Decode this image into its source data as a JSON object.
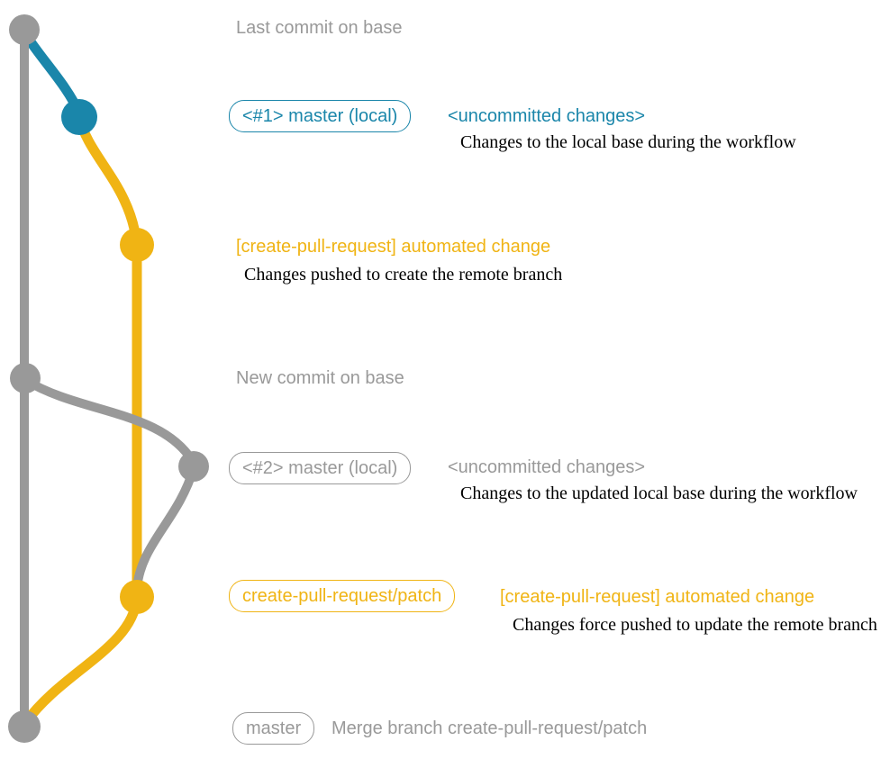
{
  "colors": {
    "gray": "#999999",
    "teal": "#1a86aa",
    "yellow": "#f0b414",
    "ink": "#000000",
    "background": "#ffffff"
  },
  "diagram": {
    "type": "git-branch-workflow",
    "rows": {
      "last_commit": {
        "note": "Last commit on base"
      },
      "local_master_1": {
        "badge": "<#1> master (local)",
        "heading": "<uncommitted changes>",
        "detail": "Changes to the local base during the workflow"
      },
      "automated_change_1": {
        "heading": "[create-pull-request] automated change",
        "detail": "Changes pushed to create the remote branch"
      },
      "new_commit": {
        "note": "New commit on base"
      },
      "local_master_2": {
        "badge": "<#2> master (local)",
        "heading": "<uncommitted changes>",
        "detail": "Changes to the updated local base during the workflow"
      },
      "automated_change_2": {
        "badge": "create-pull-request/patch",
        "heading": "[create-pull-request] automated change",
        "detail": "Changes force pushed to update the remote branch"
      },
      "merge": {
        "badge": "master",
        "note": "Merge branch create-pull-request/patch"
      }
    },
    "graph": {
      "base_branch_color": "gray",
      "local_branch_color": "teal",
      "patch_branch_color": "yellow",
      "commits": [
        {
          "id": "last-commit-on-base",
          "color": "gray"
        },
        {
          "id": "uncommitted-changes-1",
          "color": "teal"
        },
        {
          "id": "automated-change-1",
          "color": "yellow"
        },
        {
          "id": "new-commit-on-base",
          "color": "gray"
        },
        {
          "id": "uncommitted-changes-2",
          "color": "gray"
        },
        {
          "id": "automated-change-2",
          "color": "yellow"
        },
        {
          "id": "merge-commit",
          "color": "gray"
        }
      ]
    }
  }
}
